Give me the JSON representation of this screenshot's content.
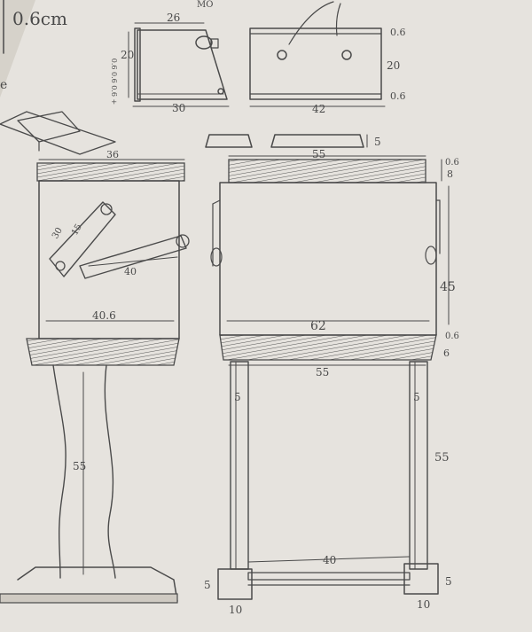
{
  "sheet": {
    "material_note": "0.6cm",
    "top_left_frame": {
      "width_top": "26",
      "height": "20",
      "side_stack": "0.6 0.6 0.6 +",
      "width_bottom": "30",
      "corner_note": "MO"
    },
    "top_right_frame": {
      "thk_top": "0.6",
      "height": "20",
      "thk_bottom": "0.6",
      "width": "42"
    },
    "small_parts": {
      "height": "5"
    },
    "left_view": {
      "top_width": "36",
      "arm_length_a": "30",
      "arm_length_b": "15",
      "arm_length_c": "40",
      "mid_width": "40.6",
      "leg_height": "55",
      "left_edge_label": "e"
    },
    "right_view": {
      "top_width": "55",
      "top_thk": "0.6",
      "top_height": "8",
      "body_height": "45",
      "body_width": "62",
      "bottom_thk": "0.6",
      "base_height": "6",
      "lower_width": "55",
      "leg_width_left": "5",
      "leg_width_right": "5",
      "leg_height": "55",
      "rail_length": "40",
      "foot_h_left": "5",
      "foot_h_right": "5",
      "foot_w_left": "10",
      "foot_w_right": "10"
    }
  },
  "colors": {
    "paper": "#e8e5e0",
    "pencil": "#4a4a4a",
    "shadow": "#bdb7ad"
  }
}
